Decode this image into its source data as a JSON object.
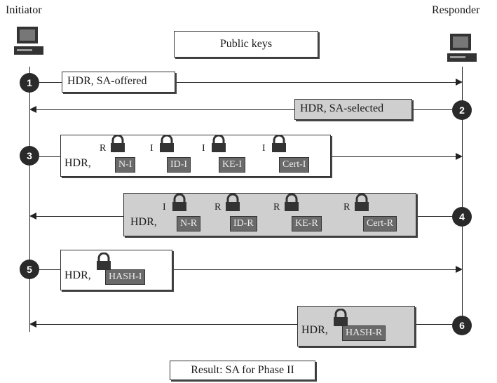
{
  "parties": {
    "initiator": "Initiator",
    "responder": "Responder"
  },
  "header_box": "Public keys",
  "result_box": "Result: SA for Phase II",
  "steps": [
    "1",
    "2",
    "3",
    "4",
    "5",
    "6"
  ],
  "messages": {
    "m1": "HDR, SA-offered",
    "m2": "HDR, SA-selected",
    "m3": {
      "hdr": "HDR,",
      "fields": [
        "N-I",
        "ID-I",
        "KE-I",
        "Cert-I"
      ],
      "key_owners": [
        "R",
        "I",
        "I",
        "I"
      ]
    },
    "m4": {
      "hdr": "HDR,",
      "fields": [
        "N-R",
        "ID-R",
        "KE-R",
        "Cert-R"
      ],
      "key_owners": [
        "I",
        "R",
        "R",
        "R"
      ]
    },
    "m5": {
      "hdr": "HDR,",
      "fields": [
        "HASH-I"
      ]
    },
    "m6": {
      "hdr": "HDR,",
      "fields": [
        "HASH-R"
      ]
    }
  }
}
